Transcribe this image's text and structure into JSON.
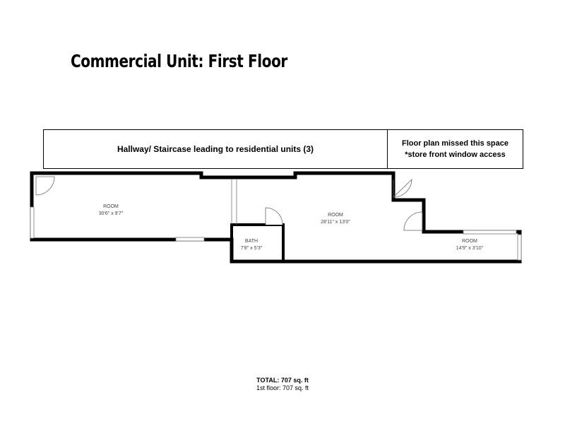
{
  "title": "Commercial Unit: First Floor",
  "banner": {
    "hallway": "Hallway/ Staircase leading to residential units (3)",
    "missed_line1": "Floor plan missed this space",
    "missed_line2": "*store front window access"
  },
  "rooms": [
    {
      "name": "ROOM",
      "size": "30'6\" x 9'7\""
    },
    {
      "name": "BATH",
      "size": "7'8\" x 5'3\""
    },
    {
      "name": "ROOM",
      "size": "28'11\" x 13'0\""
    },
    {
      "name": "ROOM",
      "size": "14'9\" x 3'10\""
    }
  ],
  "totals": {
    "total": "TOTAL: 707 sq. ft",
    "floor": "1st floor: 707 sq. ft"
  }
}
